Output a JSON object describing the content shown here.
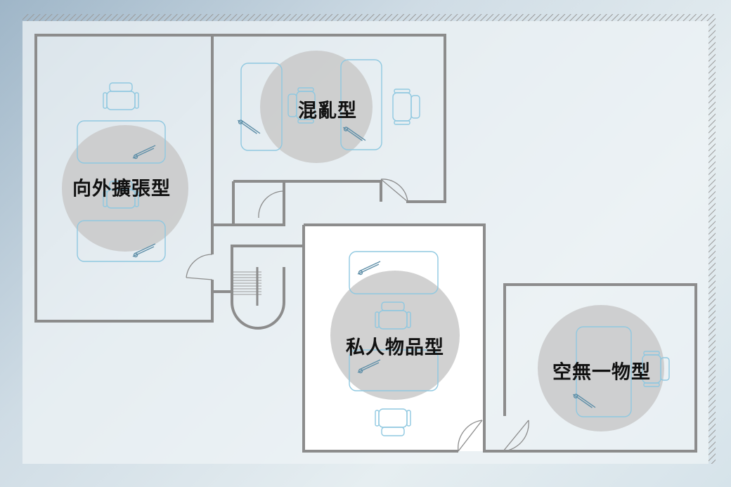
{
  "diagram": {
    "title": "",
    "rooms": [
      {
        "id": "expansion",
        "label": "向外擴張型"
      },
      {
        "id": "chaos",
        "label": "混亂型"
      },
      {
        "id": "private",
        "label": "私人物品型"
      },
      {
        "id": "empty",
        "label": "空無一物型"
      }
    ]
  },
  "colors": {
    "wall": "#8c8c8c",
    "highlight_circle": "#c9c9c9",
    "furniture_line": "#8fc8e0",
    "floor": "#eef3f5",
    "floor_white": "#ffffff"
  }
}
